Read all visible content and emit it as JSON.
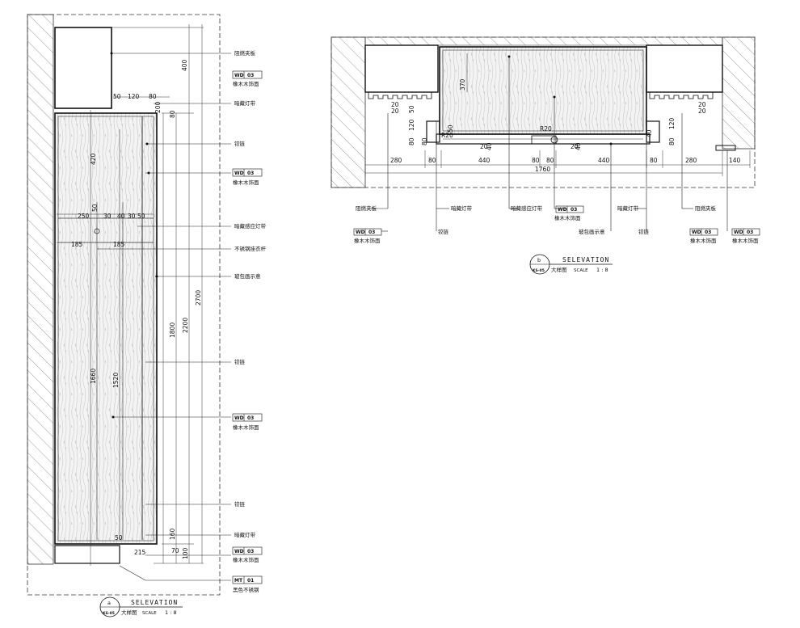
{
  "left": {
    "dims": {
      "d400": "400",
      "d50a": "50",
      "d120": "120",
      "d80a": "80",
      "d200": "200",
      "d80b": "80",
      "d420": "420",
      "d250": "250",
      "d50b": "50",
      "d30": "30",
      "d40": "40",
      "d30b": "30",
      "d50c": "50",
      "d185a": "185",
      "d185b": "185",
      "d1660": "1660",
      "d1520": "1520",
      "d1800": "1800",
      "d2200": "2200",
      "d2700": "2700",
      "d215": "215",
      "d100": "100",
      "d50d": "50",
      "d160": "160",
      "d70": "70"
    },
    "labels": {
      "l1": "阻燃夹板",
      "l2code": "WD",
      "l2num": "03",
      "l2": "橡木木饰面",
      "l3": "暗藏灯带",
      "l4": "铰链",
      "l5code": "WD",
      "l5num": "03",
      "l5": "橡木木饰面",
      "l6": "暗藏感应灯带",
      "l7": "不锈钢挂衣杆",
      "l8": "玻包画示意",
      "l9": "铰链",
      "l10code": "WD",
      "l10num": "03",
      "l10": "橡木木饰面",
      "l11": "铰链",
      "l12": "暗藏灯带",
      "l13code": "WD",
      "l13num": "03",
      "l13": "橡木木饰面",
      "l14code": "MT",
      "l14num": "01",
      "l14": "黑色不锈钢"
    },
    "title": {
      "letter": "a",
      "ref": "KS-05",
      "name": "SELEVATION",
      "sub": "大样图",
      "scale": "SCALE",
      "ratio": "1 : 8"
    }
  },
  "right": {
    "dims": {
      "d370": "370",
      "d20a": "20",
      "d20b": "20",
      "d50a": "50",
      "d120a": "120",
      "d80a": "80",
      "d50b": "50",
      "d80b": "80",
      "d80c": "80",
      "d120b": "120",
      "d20c": "20",
      "d20d": "20",
      "d280a": "280",
      "d80d": "80",
      "d440a": "440",
      "d80e": "80",
      "d80f": "80",
      "d440b": "440",
      "d80g": "80",
      "d280b": "280",
      "d140": "140",
      "d1760": "1760",
      "d40a": "40",
      "d40b": "40",
      "d20e": "20",
      "d20f": "20",
      "r20": "R20",
      "r20b": "R20",
      "d40c": "40"
    },
    "labels": {
      "l1": "阻燃夹板",
      "l2": "暗藏灯带",
      "l3": "暗藏感应灯带",
      "l4code": "WD",
      "l4num": "03",
      "l4": "橡木木饰面",
      "l5": "暗藏灯带",
      "l6": "阻燃夹板",
      "l7code": "WD",
      "l7num": "03",
      "l7": "橡木木饰面",
      "l8": "铰链",
      "l9": "玻包画示意",
      "l10": "铰链",
      "l11code": "WD",
      "l11num": "03",
      "l11": "橡木木饰面",
      "l12code": "WD",
      "l12num": "03",
      "l12": "橡木木饰面"
    },
    "title": {
      "letter": "b",
      "ref": "KS-05",
      "name": "SELEVATION",
      "sub": "大样图",
      "scale": "SCALE",
      "ratio": "1 : 8"
    }
  }
}
